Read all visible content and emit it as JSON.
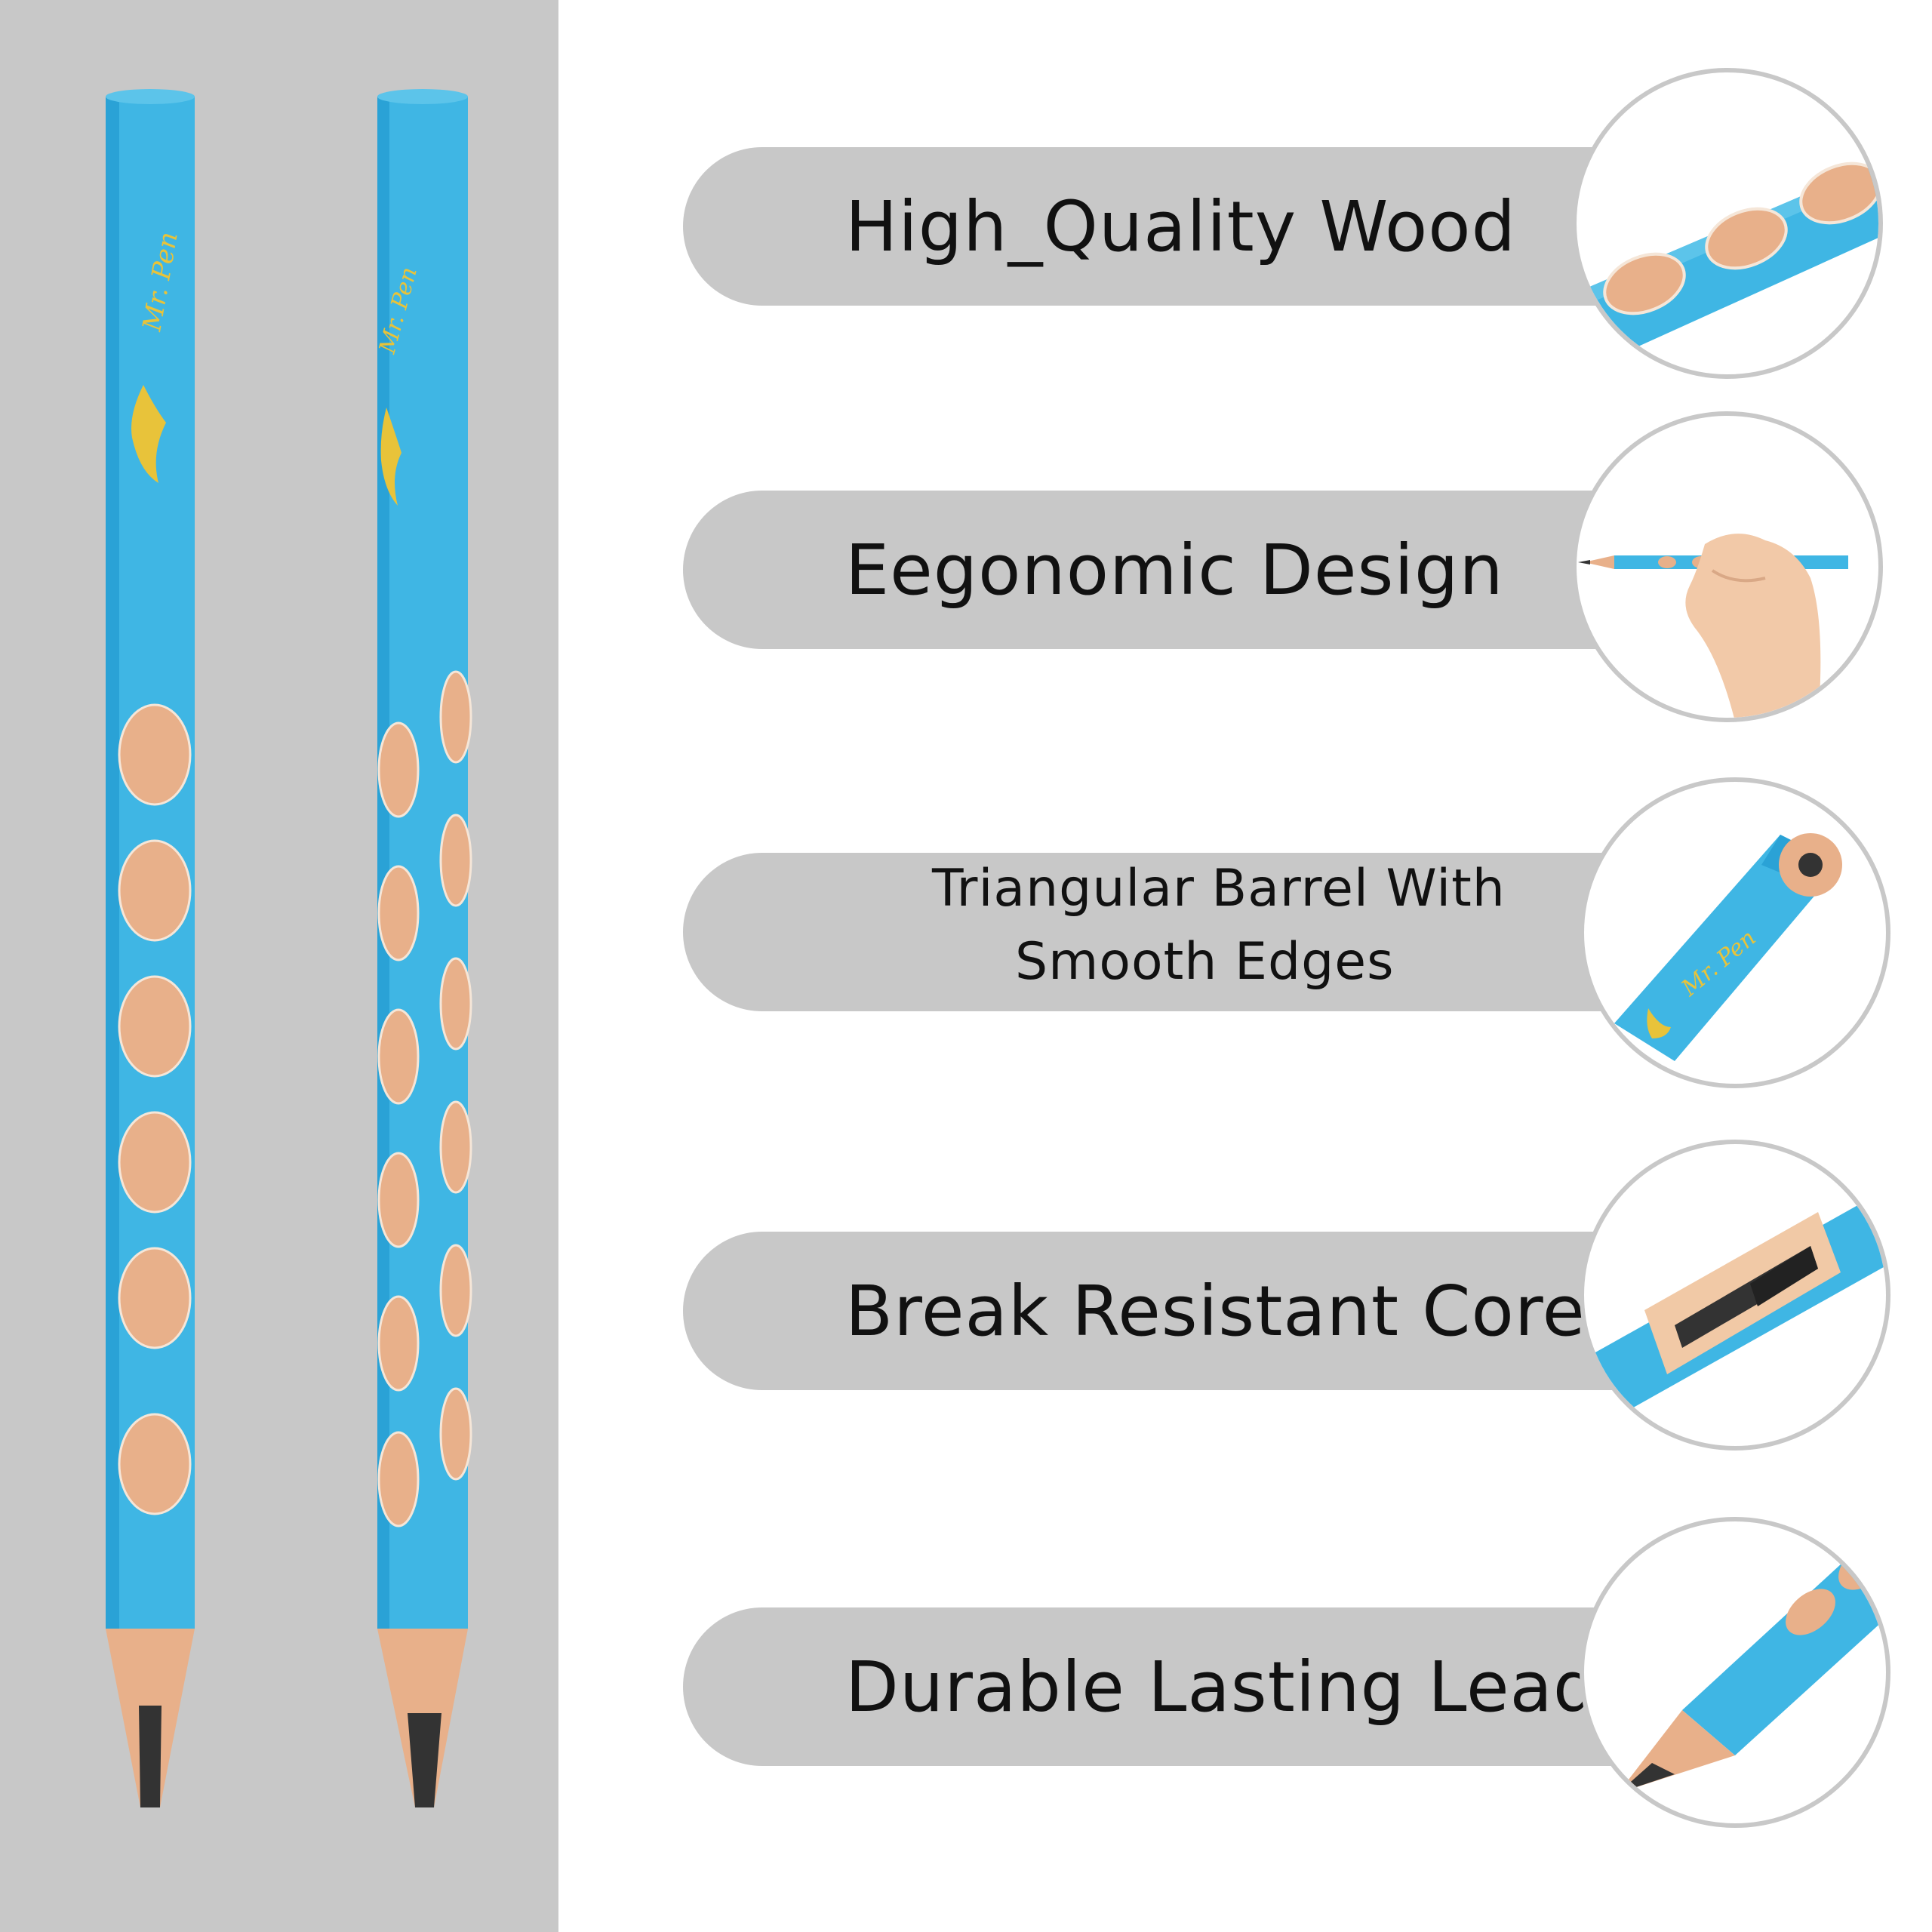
{
  "colors": {
    "panel_gray": "#c8c8c8",
    "pencil_blue": "#3fb6e4",
    "pencil_blue_dark": "#2aa2d6",
    "wood": "#e8b08a",
    "wood_light": "#f1c9a6",
    "lead": "#333333",
    "gold": "#e8c33a",
    "text": "#111111"
  },
  "brand": {
    "logo_text": "Mr. Pen"
  },
  "features": [
    {
      "label": "High_Quality Wood",
      "icon": "wood-grip-closeup-icon"
    },
    {
      "label": "Eegonomic Design",
      "icon": "hand-holding-pencil-icon"
    },
    {
      "label_line1": "Triangular Barrel With",
      "label_line2": "Smooth Edges",
      "icon": "triangular-end-icon"
    },
    {
      "label": "Break Resistant Core",
      "icon": "core-cutaway-icon"
    },
    {
      "label": "Durable Lasting Lead",
      "icon": "sharpened-tip-icon"
    }
  ]
}
